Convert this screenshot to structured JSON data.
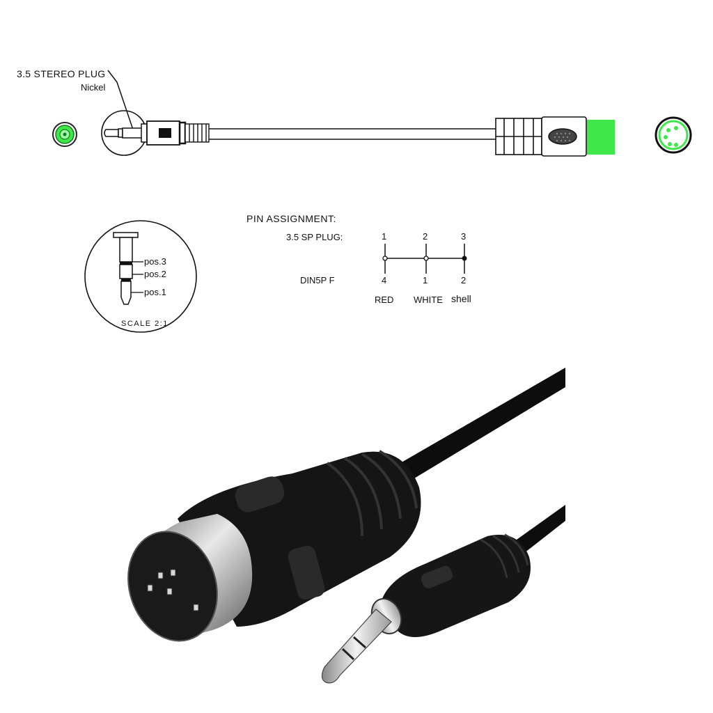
{
  "top_drawing": {
    "plug_label": "3.5 STEREO PLUG",
    "material_label": "Nickel",
    "colors": {
      "accent_green": "#3ee84a",
      "line": "#111111"
    }
  },
  "scale_detail": {
    "pos3": "pos.3",
    "pos2": "pos.2",
    "pos1": "pos.1",
    "scale": "SCALE 2:1"
  },
  "pin_assignment": {
    "title": "PIN ASSIGNMENT:",
    "plug_row_label": "3.5 SP PLUG:",
    "din_row_label": "DIN5P F",
    "pins": [
      {
        "plug": "1",
        "din": "4",
        "wire": "RED",
        "terminal": "open"
      },
      {
        "plug": "2",
        "din": "1",
        "wire": "WHITE",
        "terminal": "open"
      },
      {
        "plug": "3",
        "din": "2",
        "wire": "shell",
        "terminal": "filled"
      }
    ]
  },
  "photo": {
    "subject": "5-pin DIN male to 3.5mm stereo plug cable",
    "colors": {
      "body": "#111111",
      "metal": "#c8c8c8"
    }
  }
}
